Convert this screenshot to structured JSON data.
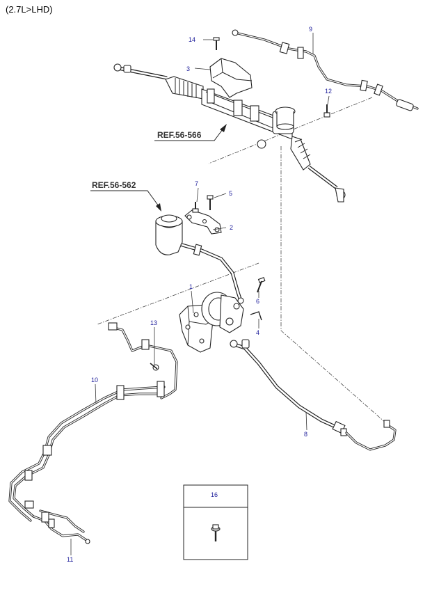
{
  "header": {
    "title": "(2.7L>LHD)"
  },
  "refs": {
    "ref_566": "REF.56-566",
    "ref_562": "REF.56-562"
  },
  "callouts": {
    "p1": "1",
    "p2": "2",
    "p3": "3",
    "p4": "4",
    "p5": "5",
    "p6": "6",
    "p7": "7",
    "p8": "8",
    "p9": "9",
    "p10": "10",
    "p11": "11",
    "p12": "12",
    "p13": "13",
    "p14": "14",
    "p16": "16"
  },
  "legend_box": {
    "number": "16"
  },
  "colors": {
    "callout": "#1c1c9a",
    "line": "#222222",
    "ref": "#333333"
  }
}
